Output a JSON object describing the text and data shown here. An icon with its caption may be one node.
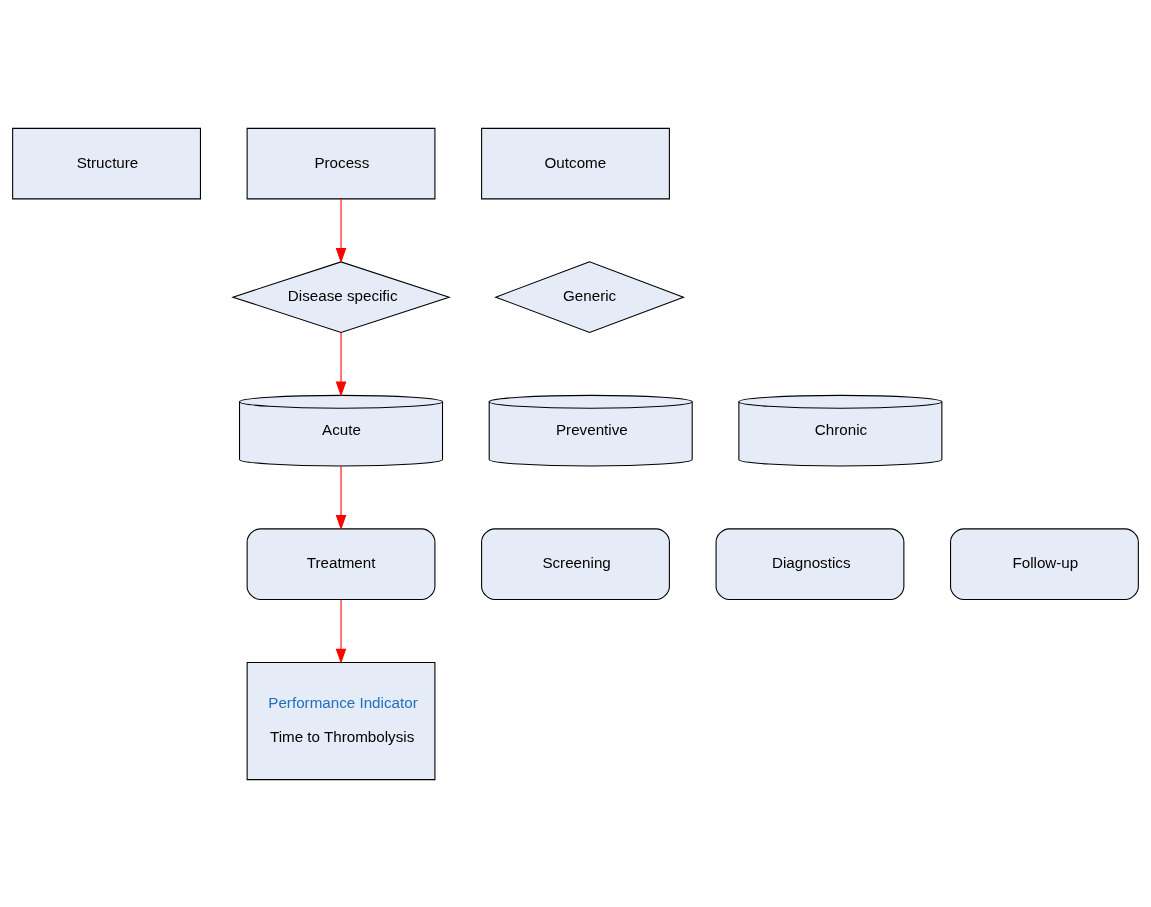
{
  "diagram": {
    "nodes": [
      {
        "text": [
          "Structure"
        ]
      },
      {
        "text": [
          "Process"
        ]
      },
      {
        "text": [
          "Outcome"
        ]
      },
      {
        "text": [
          "Generic"
        ]
      },
      {
        "text": [
          "Disease specific"
        ]
      },
      {
        "text": [
          "Preventive"
        ]
      },
      {
        "text": [
          "Acute"
        ]
      },
      {
        "text": [
          "Chronic"
        ]
      },
      {
        "text": [
          "Screening"
        ]
      },
      {
        "text": [
          "Diagnostics"
        ]
      },
      {
        "text": [
          "Treatment"
        ]
      },
      {
        "text": [
          "Follow-up"
        ]
      },
      {
        "text": [
          "Performance Indicator",
          "Time to Thrombolysis"
        ]
      }
    ],
    "edges": [
      {
        "from": 1,
        "to": 4,
        "arrow": "to"
      },
      {
        "from": 4,
        "to": 6,
        "arrow": "to"
      },
      {
        "from": 6,
        "to": 10,
        "arrow": "to"
      },
      {
        "from": 10,
        "to": 12,
        "arrow": "to"
      }
    ]
  }
}
